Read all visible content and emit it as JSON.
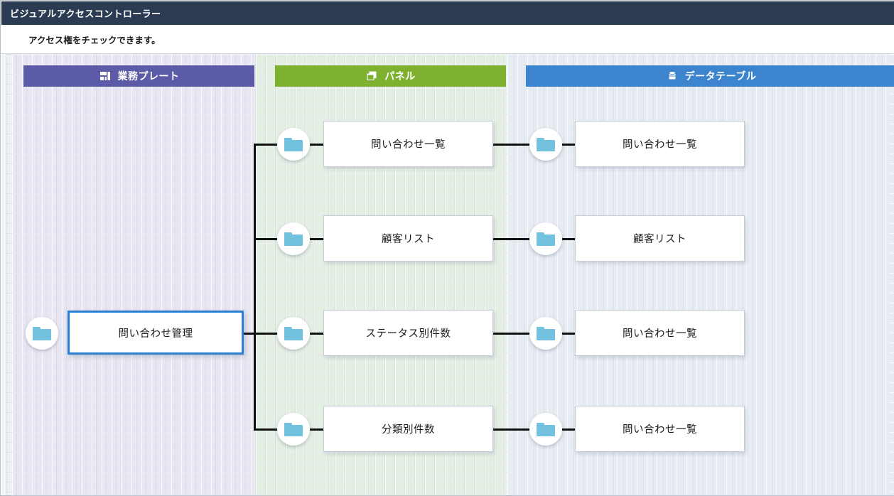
{
  "window": {
    "title": "ビジュアルアクセスコントローラー",
    "subtitle": "アクセス権をチェックできます。"
  },
  "colors": {
    "titlebar": "#2b3c52",
    "plate_header": "#5b5ba8",
    "panel_header": "#7fb131",
    "table_header": "#3c84ce",
    "plate_band": "#e8e6f2",
    "panel_band": "#e4efe3",
    "table_band": "#e7ecf3",
    "folder_icon": "#72c1de",
    "selected_border": "#2b7fd0",
    "connector": "#111111"
  },
  "columns": [
    {
      "key": "plate",
      "label": "業務プレート",
      "icon": "dashboard-grid-icon"
    },
    {
      "key": "panel",
      "label": "パネル",
      "icon": "panel-window-icon"
    },
    {
      "key": "table",
      "label": "データテーブル",
      "icon": "database-cylinder-icon"
    }
  ],
  "plate_nodes": [
    {
      "label": "問い合わせ管理",
      "selected": true,
      "icon": "folder-icon"
    }
  ],
  "panel_nodes": [
    {
      "label": "問い合わせ一覧",
      "icon": "folder-icon"
    },
    {
      "label": "顧客リスト",
      "icon": "folder-icon"
    },
    {
      "label": "ステータス別件数",
      "icon": "folder-icon"
    },
    {
      "label": "分類別件数",
      "icon": "folder-icon"
    }
  ],
  "table_nodes": [
    {
      "label": "問い合わせ一覧",
      "icon": "folder-icon"
    },
    {
      "label": "顧客リスト",
      "icon": "folder-icon"
    },
    {
      "label": "問い合わせ一覧",
      "icon": "folder-icon"
    },
    {
      "label": "問い合わせ一覧",
      "icon": "folder-icon"
    }
  ]
}
